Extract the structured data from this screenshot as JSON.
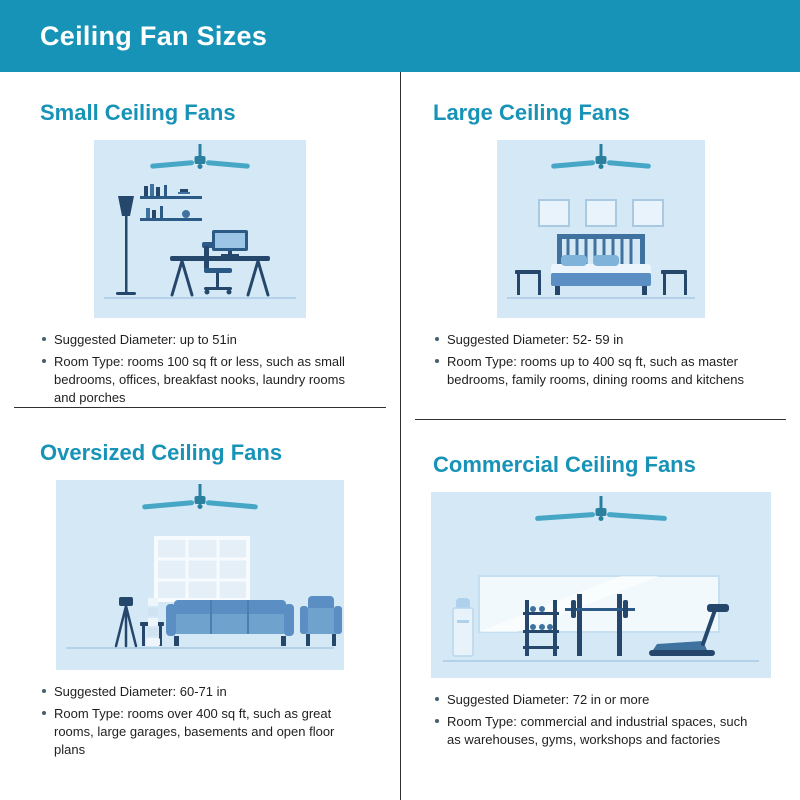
{
  "page": {
    "title": "Ceiling Fan Sizes"
  },
  "colors": {
    "accent": "#1793b8",
    "header_bg": "#1793b8",
    "room_bg": "#d5e8f6",
    "furniture_dark": "#24476b",
    "furniture_mid": "#3f729f",
    "furniture_light": "#6fa3cd",
    "fan_blade": "#45a6c6",
    "fan_hub": "#2b7f9e",
    "divider": "#303030",
    "text": "#1f1f1f"
  },
  "sections": [
    {
      "id": "small",
      "title": "Small Ceiling Fans",
      "illustration": "home-office-room-illustration",
      "bullets": [
        "Suggested Diameter: up to 51in",
        "Room Type: rooms 100 sq ft or less, such as small bedrooms, offices, breakfast nooks, laundry rooms and porches"
      ]
    },
    {
      "id": "large",
      "title": "Large Ceiling Fans",
      "illustration": "bedroom-illustration",
      "bullets": [
        "Suggested Diameter: 52- 59 in",
        "Room Type: rooms up to 400 sq ft, such as master bedrooms, family rooms, dining rooms and kitchens"
      ]
    },
    {
      "id": "oversized",
      "title": "Oversized Ceiling Fans",
      "illustration": "living-room-illustration",
      "bullets": [
        "Suggested Diameter: 60-71 in",
        "Room Type: rooms over 400 sq ft, such as great rooms, large garages, basements and open floor plans"
      ]
    },
    {
      "id": "commercial",
      "title": "Commercial Ceiling Fans",
      "illustration": "gym-illustration",
      "bullets": [
        "Suggested Diameter: 72 in or more",
        "Room Type: commercial and industrial spaces, such as warehouses, gyms, workshops and factories"
      ]
    }
  ]
}
